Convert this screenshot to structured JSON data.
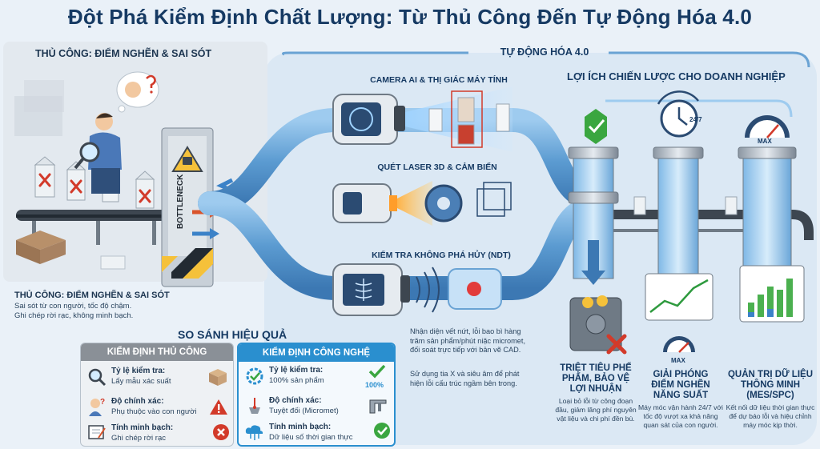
{
  "title": "Đột Phá Kiểm Định Chất Lượng: Từ Thủ Công Đến Tự Động Hóa 4.0",
  "manual": {
    "heading": "THỦ CÔNG: ĐIỂM NGHẼN & SAI SÓT",
    "bottleneck_label": "BOTTLENECK",
    "subheading": "THỦ CÔNG: ĐIỂM NGHẼN & SAI SÓT",
    "desc_line1": "Sai sót từ con người, tốc độ chậm.",
    "desc_line2": "Ghi chép rời rạc, không minh bạch."
  },
  "automation": {
    "heading": "TỰ ĐỘNG HÓA 4.0",
    "lane1": "CAMERA AI & THỊ GIÁC MÁY TÍNH",
    "lane2": "QUÉT LASER 3D & CẢM BIẾN",
    "lane3": "KIỂM TRA KHÔNG PHÁ HỦY (NDT)",
    "ndt_desc1": "Nhận diện vết nứt, lỗi bao bì hàng trăm sản phẩm/phút niặc micromet, đối soát trực tiếp với bản vẽ CAD.",
    "ndt_desc2": "Sử dụng tia X và siêu âm để phát hiện lỗi cấu trúc ngầm bên trong."
  },
  "benefits": {
    "heading": "LỢI ÍCH CHIẾN LƯỢC CHO DOANH NGHIỆP",
    "clock_label": "24/7",
    "gauge_label": "MAX",
    "b1": {
      "title_l1": "TRIỆT TIÊU PHẾ",
      "title_l2": "PHẨM, BẢO VỆ",
      "title_l3": "LỢI NHUẬN",
      "desc": "Loại bỏ lỗi từ công đoạn đầu, giảm lãng phí nguyên vật liệu và chi phí đền bù."
    },
    "b2": {
      "title_l1": "GIẢI PHÓNG",
      "title_l2": "ĐIỂM NGHẼN",
      "title_l3": "NĂNG SUẤT",
      "desc": "Máy móc vận hành 24/7 với tốc độ vượt xa khả năng quan sát của con người."
    },
    "b3": {
      "title_l1": "QUẢN TRỊ DỮ LIỆU",
      "title_l2": "THÔNG MINH",
      "title_l3": "(MES/SPC)",
      "desc": "Kết nối dữ liệu thời gian thực để dự báo lỗi và hiệu chỉnh máy móc kịp thời."
    }
  },
  "compare": {
    "title": "SO SÁNH HIỆU QUẢ",
    "manual_card": {
      "header": "KIỂM ĐỊNH THỦ CÔNG",
      "rows": [
        {
          "label": "Tỷ lệ kiểm tra:",
          "value": "Lấy mẫu xác suất"
        },
        {
          "label": "Độ chính xác:",
          "value": "Phụ thuộc vào con người"
        },
        {
          "label": "Tính minh bạch:",
          "value": "Ghi chép rời rạc"
        }
      ]
    },
    "tech_card": {
      "header": "KIỂM ĐỊNH CÔNG NGHỆ",
      "badge": "100%",
      "rows": [
        {
          "label": "Tỷ lệ kiểm tra:",
          "value": "100% sản phẩm"
        },
        {
          "label": "Độ chính xác:",
          "value": "Tuyệt đối (Micromet)"
        },
        {
          "label": "Tính minh bạch:",
          "value": "Dữ liệu số thời gian thực"
        }
      ]
    }
  },
  "colors": {
    "navy": "#163a63",
    "pipe": "#5b9bd1",
    "manual_card": "#8a9097",
    "tech_card": "#2a8fcf",
    "reject": "#d23a2a",
    "ok": "#3aa640"
  }
}
